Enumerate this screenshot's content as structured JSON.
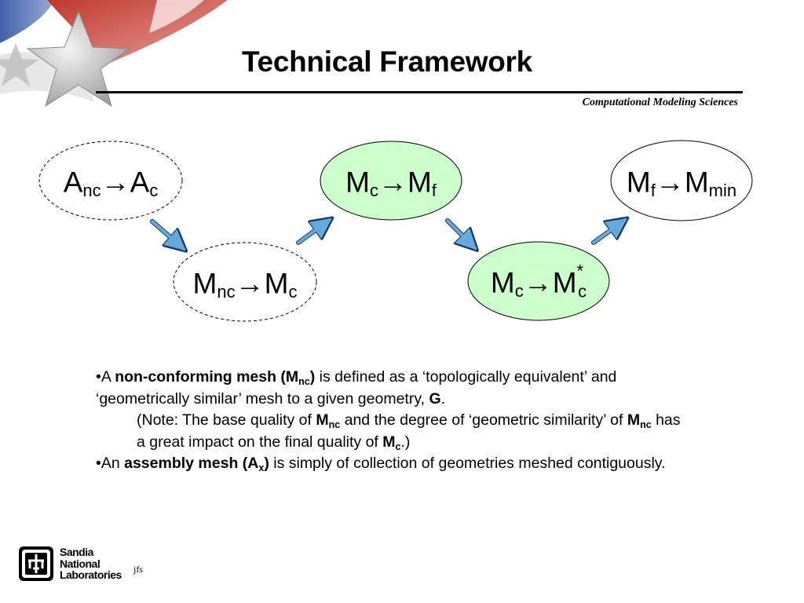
{
  "slide": {
    "title": "Technical Framework",
    "subtitle": "Computational Modeling Sciences",
    "footer": "jfs"
  },
  "diagram": {
    "nodes": [
      {
        "id": "anc-ac",
        "base1": "A",
        "sub1": "nc",
        "arrow": "→",
        "base2": "A",
        "sub2": "c",
        "border": "dashed",
        "fill": "#ffffff"
      },
      {
        "id": "mnc-mc",
        "base1": "M",
        "sub1": "nc",
        "arrow": "→",
        "base2": "M",
        "sub2": "c",
        "border": "dashed",
        "fill": "#ffffff"
      },
      {
        "id": "mc-mf",
        "base1": "M",
        "sub1": "c",
        "arrow": "→",
        "base2": "M",
        "sub2": "f",
        "border": "solid",
        "fill": "#ccffcc"
      },
      {
        "id": "mc-mcstar",
        "base1": "M",
        "sub1": "c",
        "arrow": "→",
        "base2": "M",
        "sup2": "*",
        "sub2": "c",
        "border": "solid",
        "fill": "#ccffcc"
      },
      {
        "id": "mf-mmin",
        "base1": "M",
        "sub1": "f",
        "arrow": "→",
        "base2": "M",
        "sub2": "min",
        "border": "solid",
        "fill": "#ffffff"
      }
    ],
    "arrow_color": "#66aadd"
  },
  "bullets": {
    "b1_prefix": "•A ",
    "b1_bold": "non-conforming mesh (M",
    "b1_bold_sub": "nc",
    "b1_bold_close": ")",
    "b1_text": " is defined as a ‘topologically equivalent’ and ‘geometrically similar’ mesh to a given geometry, ",
    "b1_g": "G",
    "b1_end": ".",
    "note_a": "(Note: The base quality of ",
    "note_m1": "M",
    "note_m1_sub": "nc",
    "note_b": " and the degree of ‘geometric similarity’ of ",
    "note_m2": "M",
    "note_m2_sub": "nc",
    "note_c": " has a great impact on the final quality of ",
    "note_m3": "M",
    "note_m3_sub": "c",
    "note_d": ".)",
    "b2_prefix": "•An ",
    "b2_bold": "assembly mesh (A",
    "b2_bold_sub": "x",
    "b2_bold_close": ")",
    "b2_text": " is simply of collection of geometries meshed contiguously."
  },
  "logo": {
    "line1": "Sandia",
    "line2": "National",
    "line3": "Laboratories"
  }
}
